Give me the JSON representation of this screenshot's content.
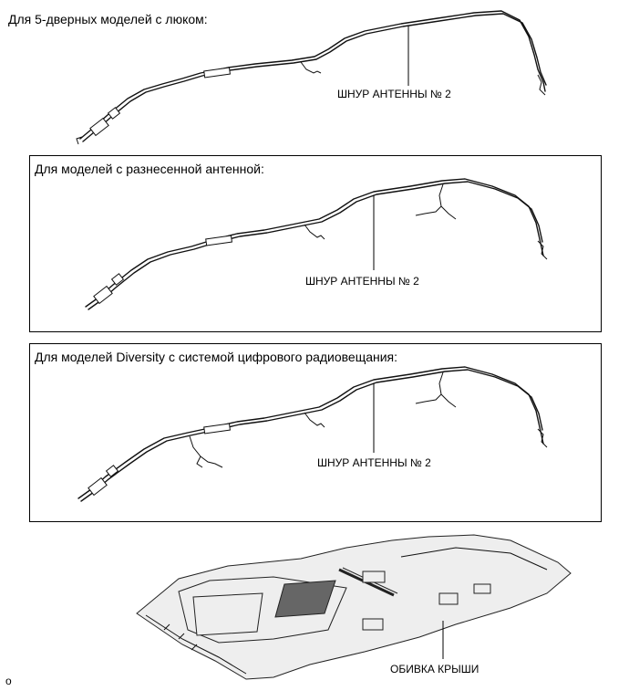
{
  "sections": [
    {
      "heading": "Для 5-дверных моделей с люком:",
      "cable_label": "ШНУР АНТЕННЫ № 2"
    },
    {
      "heading": "Для моделей с разнесенной антенной:",
      "cable_label": "ШНУР АНТЕННЫ № 2"
    },
    {
      "heading": "Для моделей Diversity с системой цифрового радиовещания:",
      "cable_label": "ШНУР АНТЕННЫ № 2"
    }
  ],
  "headliner": {
    "label": "ОБИВКА КРЫШИ"
  },
  "corner_mark": "o",
  "icons": {
    "cable_1": "antenna-cable-drawing",
    "cable_2": "antenna-cable-drawing",
    "cable_3": "antenna-cable-drawing",
    "headliner": "roof-headlining-drawing"
  }
}
